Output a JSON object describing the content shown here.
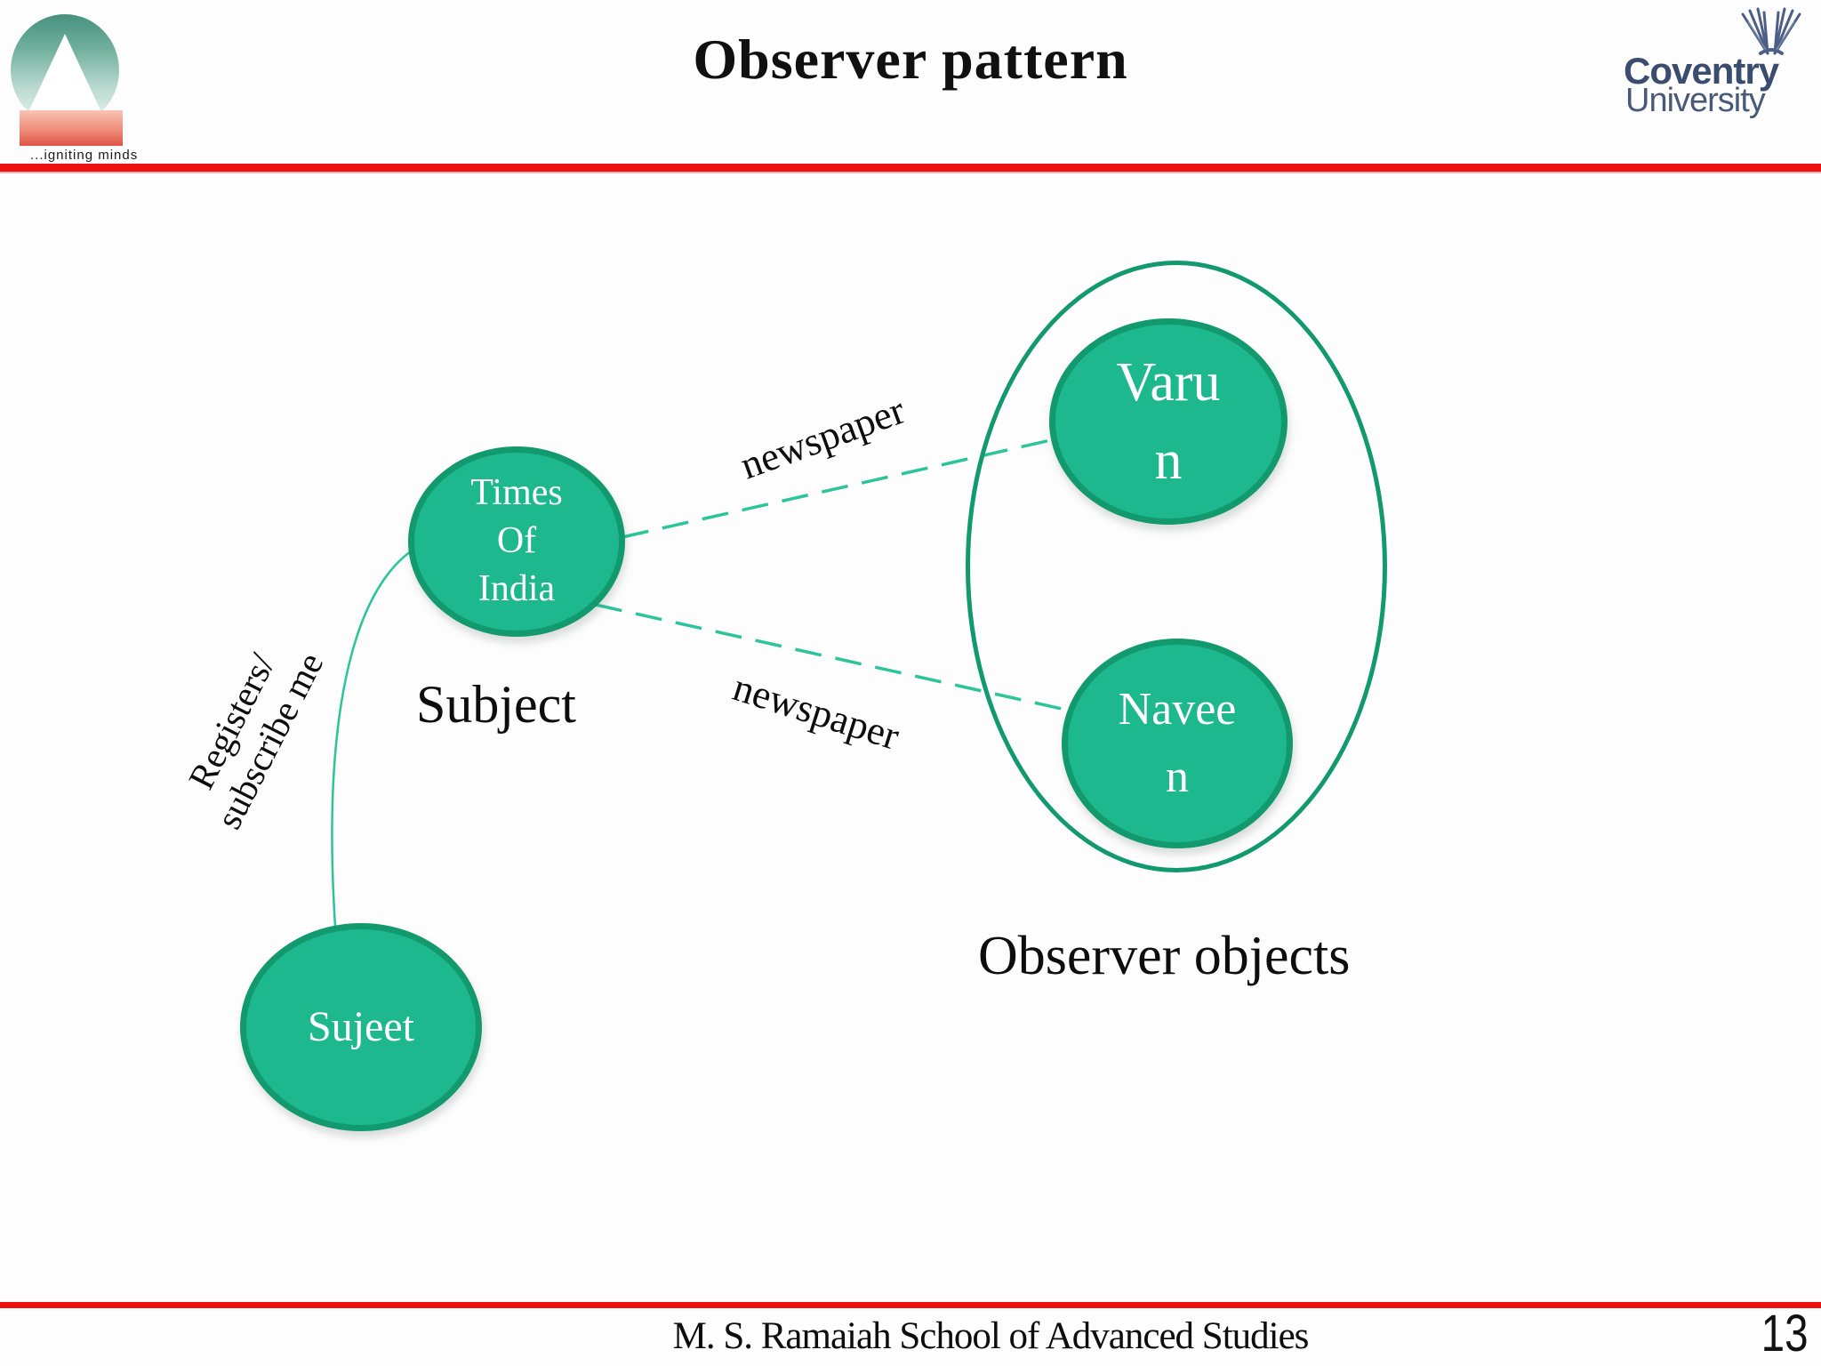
{
  "slide": {
    "title": "Observer pattern",
    "footer_institution": "M. S. Ramaiah School of Advanced Studies",
    "page_number": "13"
  },
  "branding": {
    "left_logo_tagline": "...igniting minds",
    "university_logo": {
      "line1": "Coventry",
      "line2": "University",
      "icon": "phoenix-bird-icon"
    }
  },
  "diagram": {
    "subject_group": {
      "node_label": "Times\nOf\nIndia",
      "caption": "Subject",
      "registration_note": "Registers/\nsubscribe me",
      "subscriber_node": "Sujeet"
    },
    "observer_group": {
      "caption": "Observer objects",
      "observer_1": "Varu\nn",
      "observer_2": "Navee\nn"
    },
    "edges": {
      "notify_1_label": "newspaper",
      "notify_2_label": "newspaper"
    }
  },
  "colors": {
    "node_fill": "#1db88d",
    "node_border": "#12996e",
    "connector_green": "#2cc49a",
    "accent_red": "#ee1111",
    "university_navy": "#3a4d6e"
  }
}
